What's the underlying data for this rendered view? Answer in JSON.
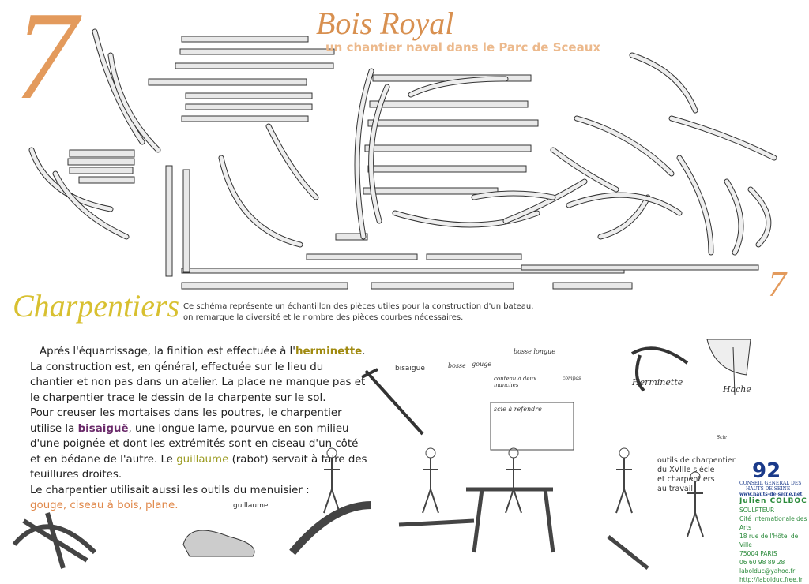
{
  "header": {
    "chapter_number": "7",
    "title": "Bois Royal",
    "subtitle": "un chantier naval dans le Parc de Sceaux",
    "chapter_number_small": "7"
  },
  "section": {
    "heading": "Charpentiers",
    "caption_line1": "Ce schéma représente un échantillon des pièces utiles pour la construction d'un bateau.",
    "caption_line2": "on remarque la diversité et le nombre des pièces courbes nécessaires."
  },
  "body": {
    "p1_a": "Aprés l'équarrissage, la finition est effectuée à l'",
    "p1_herminette": "herminette",
    "p1_b": ".",
    "p2": "La construction est, en général, effectuée sur le lieu du chantier et non pas dans un atelier. La place ne manque pas et le charpentier trace le dessin de la charpente sur le sol.",
    "p3_a": "Pour creuser les mortaises dans les poutres, le charpentier utilise la ",
    "p3_bisaigue": "bisaiguë",
    "p3_b": ", une longue lame, pourvue en son milieu d'une poignée et dont les extrémités sont en ciseau d'un côté et en bédane de l'autre. Le ",
    "p3_guillaume": "guillaume",
    "p3_c": " (rabot) servait à faire des feuillures droites.",
    "p4": "Le charpentier utilisait aussi les outils du menuisier :",
    "p5_tools": "gouge, ciseau à bois, plane."
  },
  "tool_labels": {
    "bisaigue": "bisaigüe",
    "guillaume": "guillaume",
    "bosse": "bosse",
    "gouge": "gouge",
    "bosse_longue": "bosse longue",
    "couteau": "couteau à deux manches",
    "compas": "compas",
    "scie_refendre": "scie à refendre",
    "herminette": "Herminette",
    "hache": "Hache",
    "scie": "Scie"
  },
  "outils_caption": {
    "line1": "outils de charpentier",
    "line2": "du XVIIIe siècle",
    "line3": "et charpentiers",
    "line4": "au travail."
  },
  "credits": {
    "logo": "92",
    "council_line1": "CONSEIL GENERAL DES",
    "council_line2": "HAUTS DE SEINE",
    "council_url": "www.hauts-de-seine.net",
    "name": "Julien COLBOC",
    "role": "SCULPTEUR",
    "address1": "Cité Internationale des Arts",
    "address2": "18 rue de l'Hôtel de Ville",
    "address3": "75004 PARIS",
    "phone": "06 60 98 89 28",
    "email": "labolduc@yahoo.fr",
    "website": "http://labolduc.free.fr"
  },
  "colors": {
    "orange": "#e39a5c",
    "yellow": "#d8c030",
    "herminette": "#a08a10",
    "bisaigue": "#6a2a6a",
    "guillaume": "#9a9a20",
    "tools": "#e0884a"
  }
}
